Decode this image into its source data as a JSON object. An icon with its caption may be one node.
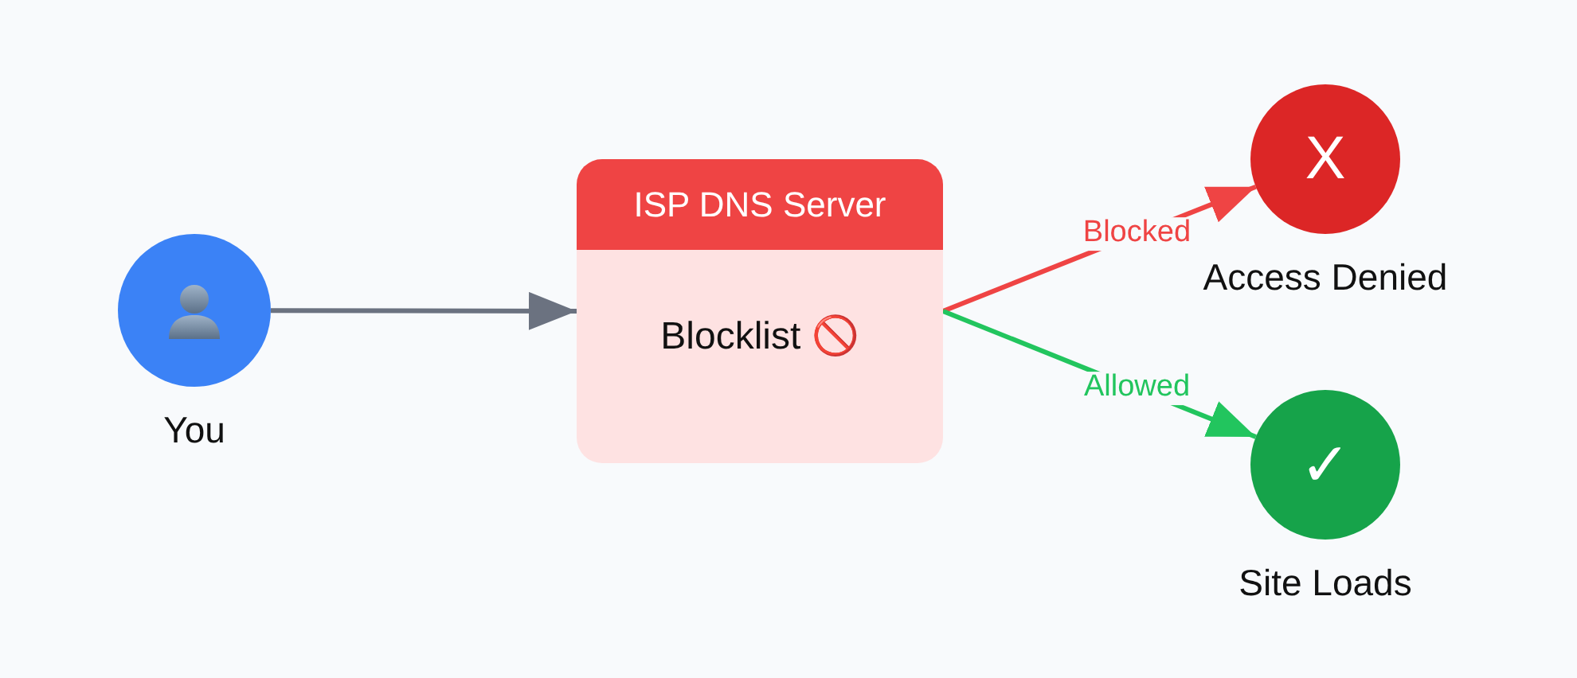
{
  "diagram": {
    "nodes": [
      {
        "text": [],
        "shape": "circle",
        "beside": [
          "You"
        ]
      },
      {
        "text": [
          "ISP DNS Server",
          "Blocklist 🚫"
        ]
      },
      {
        "text": [
          "X"
        ],
        "beside": [
          "Access Denied"
        ]
      },
      {
        "text": [
          "✓"
        ],
        "beside": [
          "Site Loads"
        ]
      }
    ],
    "edges": [
      {
        "from": 0,
        "to": 1,
        "arrow": "to"
      },
      {
        "from": 1,
        "to": 2,
        "arrow": "to",
        "label": "Blocked",
        "color": "#ef4444"
      },
      {
        "from": 1,
        "to": 3,
        "arrow": "to",
        "label": "Allowed",
        "color": "#22c55e"
      }
    ]
  }
}
